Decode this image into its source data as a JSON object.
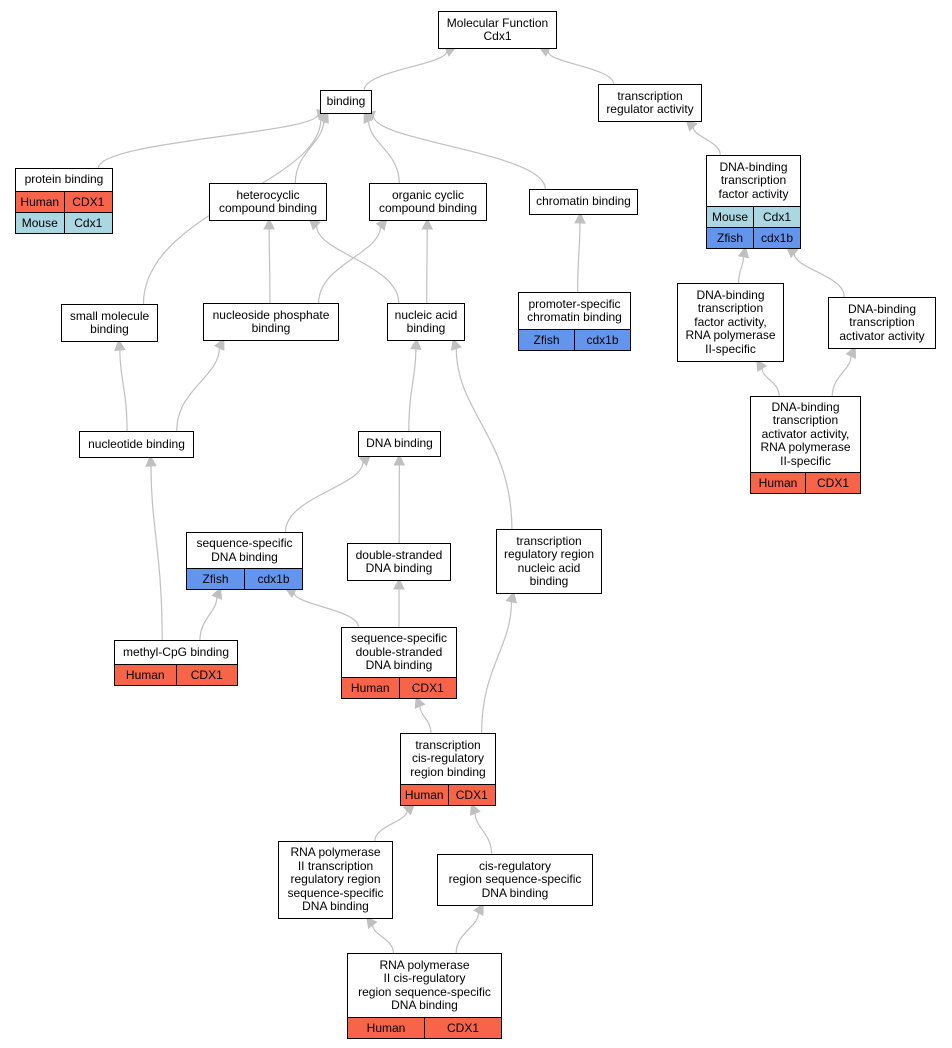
{
  "colors": {
    "edge": "#c0c0c0",
    "Human": "#f86449",
    "Mouse": "#abd7e3",
    "Zfish": "#6495ed"
  },
  "nodes": [
    {
      "id": "mf",
      "label": "Molecular Function\nCdx1",
      "rows": []
    },
    {
      "id": "binding",
      "label": "binding",
      "rows": []
    },
    {
      "id": "tra",
      "label": "transcription\nregulator activity",
      "rows": []
    },
    {
      "id": "protein_binding",
      "label": "protein binding",
      "rows": [
        [
          "Human",
          "CDX1"
        ],
        [
          "Mouse",
          "Cdx1"
        ]
      ]
    },
    {
      "id": "heterocyclic",
      "label": "heterocyclic\ncompound binding",
      "rows": []
    },
    {
      "id": "organic_cyclic",
      "label": "organic cyclic\ncompound binding",
      "rows": []
    },
    {
      "id": "chromatin",
      "label": "chromatin binding",
      "rows": []
    },
    {
      "id": "dbtfa",
      "label": "DNA-binding\ntranscription\nfactor activity",
      "rows": [
        [
          "Mouse",
          "Cdx1"
        ],
        [
          "Zfish",
          "cdx1b"
        ]
      ]
    },
    {
      "id": "small_molecule",
      "label": "small molecule\nbinding",
      "rows": []
    },
    {
      "id": "nucleoside_phosphate",
      "label": "nucleoside phosphate\nbinding",
      "rows": []
    },
    {
      "id": "nucleic_acid",
      "label": "nucleic acid\nbinding",
      "rows": []
    },
    {
      "id": "promoter_specific",
      "label": "promoter-specific\nchromatin binding",
      "rows": [
        [
          "Zfish",
          "cdx1b"
        ]
      ]
    },
    {
      "id": "dbtfa_pol2",
      "label": "DNA-binding\ntranscription\nfactor activity,\nRNA polymerase\nII-specific",
      "rows": []
    },
    {
      "id": "dbtaa",
      "label": "DNA-binding\ntranscription\nactivator activity",
      "rows": []
    },
    {
      "id": "dbtaa_pol2",
      "label": "DNA-binding\ntranscription\nactivator activity,\nRNA polymerase\nII-specific",
      "rows": [
        [
          "Human",
          "CDX1"
        ]
      ]
    },
    {
      "id": "nucleotide",
      "label": "nucleotide binding",
      "rows": []
    },
    {
      "id": "dna_binding",
      "label": "DNA binding",
      "rows": []
    },
    {
      "id": "seq_specific",
      "label": "sequence-specific\nDNA binding",
      "rows": [
        [
          "Zfish",
          "cdx1b"
        ]
      ]
    },
    {
      "id": "ds_dna",
      "label": "double-stranded\nDNA binding",
      "rows": []
    },
    {
      "id": "trr_na",
      "label": "transcription\nregulatory region\nnucleic acid\nbinding",
      "rows": []
    },
    {
      "id": "methyl_cpg",
      "label": "methyl-CpG binding",
      "rows": [
        [
          "Human",
          "CDX1"
        ]
      ]
    },
    {
      "id": "seq_specific_ds",
      "label": "sequence-specific\ndouble-stranded\nDNA binding",
      "rows": [
        [
          "Human",
          "CDX1"
        ]
      ]
    },
    {
      "id": "tcrr",
      "label": "transcription\ncis-regulatory\nregion binding",
      "rows": [
        [
          "Human",
          "CDX1"
        ]
      ]
    },
    {
      "id": "rnap2_trr",
      "label": "RNA polymerase\nII transcription\nregulatory region\nsequence-specific\nDNA binding",
      "rows": []
    },
    {
      "id": "crr_ss",
      "label": "cis-regulatory\nregion sequence-specific\nDNA binding",
      "rows": []
    },
    {
      "id": "rnap2_crr",
      "label": "RNA polymerase\nII cis-regulatory\nregion sequence-specific\nDNA binding",
      "rows": [
        [
          "Human",
          "CDX1"
        ]
      ]
    }
  ],
  "edges": [
    [
      "binding",
      "mf"
    ],
    [
      "tra",
      "mf"
    ],
    [
      "protein_binding",
      "binding"
    ],
    [
      "heterocyclic",
      "binding"
    ],
    [
      "organic_cyclic",
      "binding"
    ],
    [
      "chromatin",
      "binding"
    ],
    [
      "small_molecule",
      "binding"
    ],
    [
      "dbtfa",
      "tra"
    ],
    [
      "nucleoside_phosphate",
      "heterocyclic"
    ],
    [
      "nucleoside_phosphate",
      "organic_cyclic"
    ],
    [
      "nucleic_acid",
      "heterocyclic"
    ],
    [
      "nucleic_acid",
      "organic_cyclic"
    ],
    [
      "promoter_specific",
      "chromatin"
    ],
    [
      "dbtfa_pol2",
      "dbtfa"
    ],
    [
      "dbtaa",
      "dbtfa"
    ],
    [
      "dbtaa_pol2",
      "dbtfa_pol2"
    ],
    [
      "dbtaa_pol2",
      "dbtaa"
    ],
    [
      "nucleotide",
      "small_molecule"
    ],
    [
      "nucleotide",
      "nucleoside_phosphate"
    ],
    [
      "dna_binding",
      "nucleic_acid"
    ],
    [
      "trr_na",
      "nucleic_acid"
    ],
    [
      "seq_specific",
      "dna_binding"
    ],
    [
      "ds_dna",
      "dna_binding"
    ],
    [
      "methyl_cpg",
      "nucleotide"
    ],
    [
      "methyl_cpg",
      "seq_specific"
    ],
    [
      "seq_specific_ds",
      "seq_specific"
    ],
    [
      "seq_specific_ds",
      "ds_dna"
    ],
    [
      "tcrr",
      "seq_specific_ds"
    ],
    [
      "tcrr",
      "trr_na"
    ],
    [
      "rnap2_trr",
      "tcrr"
    ],
    [
      "crr_ss",
      "tcrr"
    ],
    [
      "rnap2_crr",
      "rnap2_trr"
    ],
    [
      "rnap2_crr",
      "crr_ss"
    ]
  ]
}
